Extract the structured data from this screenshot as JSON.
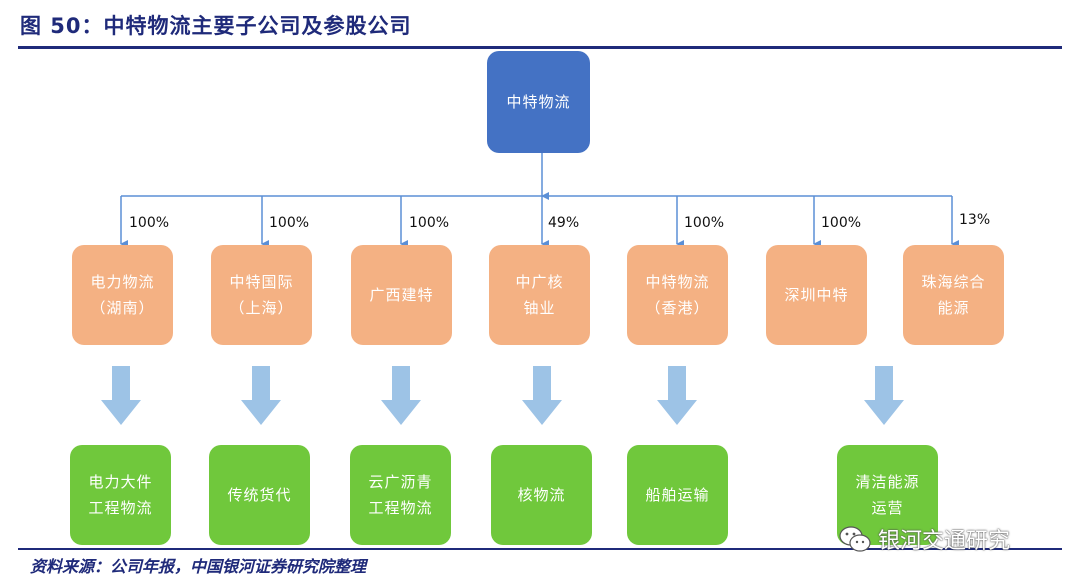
{
  "title": "图 50：中特物流主要子公司及参股公司",
  "root": {
    "lines": [
      "中特物流"
    ]
  },
  "subsidiaries": [
    {
      "lines": [
        "电力物流",
        "（湖南）"
      ],
      "pct": "100%"
    },
    {
      "lines": [
        "中特国际",
        "（上海）"
      ],
      "pct": "100%"
    },
    {
      "lines": [
        "广西建特"
      ],
      "pct": "100%"
    },
    {
      "lines": [
        "中广核",
        "铀业"
      ],
      "pct": "49%"
    },
    {
      "lines": [
        "中特物流",
        "（香港）"
      ],
      "pct": "100%"
    },
    {
      "lines": [
        "深圳中特"
      ],
      "pct": "100%"
    },
    {
      "lines": [
        "珠海综合",
        "能源"
      ],
      "pct": "13%"
    }
  ],
  "businesses": [
    {
      "lines": [
        "电力大件",
        "工程物流"
      ]
    },
    {
      "lines": [
        "传统货代"
      ]
    },
    {
      "lines": [
        "云广沥青",
        "工程物流"
      ]
    },
    {
      "lines": [
        "核物流"
      ]
    },
    {
      "lines": [
        "船舶运输"
      ]
    },
    {
      "lines": [
        "清洁能源",
        "运营"
      ]
    }
  ],
  "source": "资料来源：公司年报，中国银河证券研究院整理",
  "watermark": "银河交通研究",
  "colors": {
    "root": "#4472c4",
    "subsidiary": "#f4b183",
    "business": "#70c83c",
    "connector": "#5b8fd6",
    "down_arrow": "#9dc3e6",
    "title": "#1f2a7a"
  }
}
